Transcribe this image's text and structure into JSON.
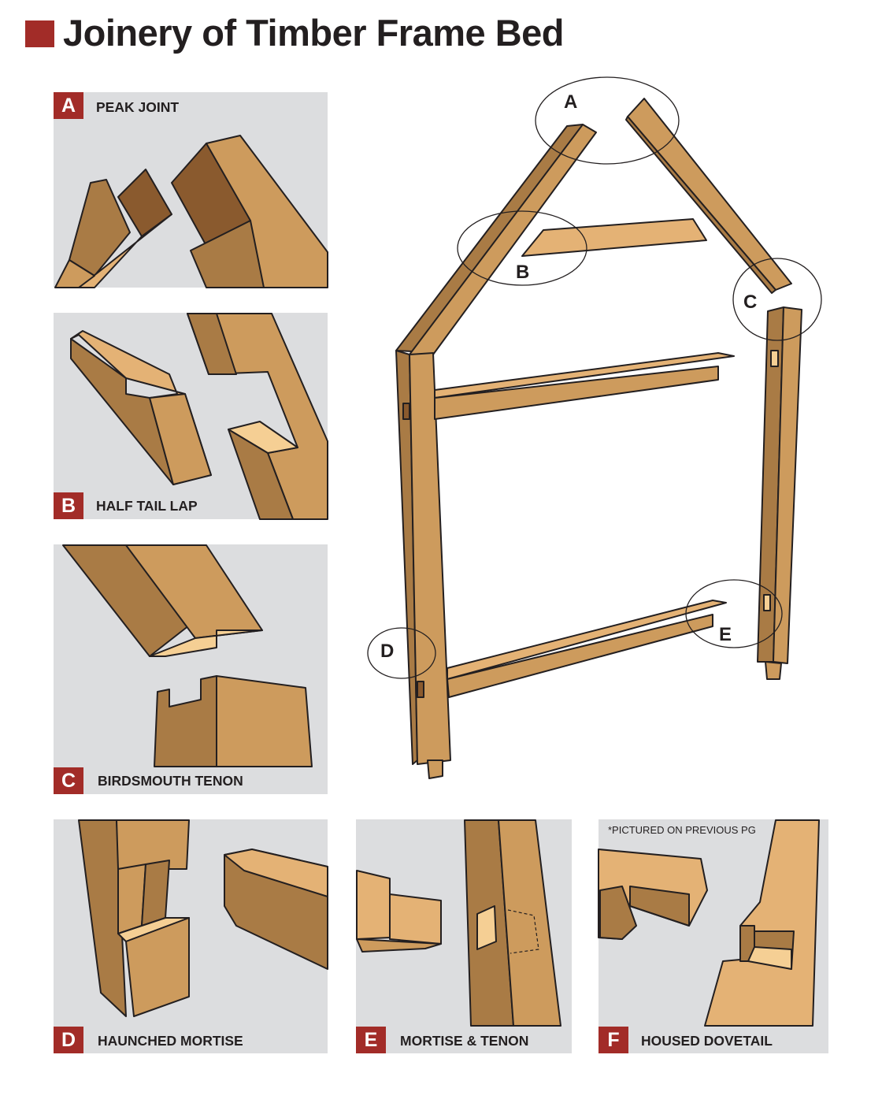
{
  "title": "Joinery of Timber Frame Bed",
  "colors": {
    "accent": "#a22c28",
    "panel": "#dcdddf",
    "wood_light": "#e4b275",
    "wood_mid": "#cd9b5d",
    "wood_dark": "#a97b45",
    "wood_darkest": "#8a5a2e"
  },
  "panels": [
    {
      "letter": "A",
      "label": "PEAK JOINT"
    },
    {
      "letter": "B",
      "label": "HALF TAIL LAP"
    },
    {
      "letter": "C",
      "label": "BIRDSMOUTH TENON"
    },
    {
      "letter": "D",
      "label": "HAUNCHED MORTISE"
    },
    {
      "letter": "E",
      "label": "MORTISE & TENON"
    },
    {
      "letter": "F",
      "label": "HOUSED DOVETAIL"
    }
  ],
  "note": "*PICTURED ON PREVIOUS PG",
  "callouts": [
    "A",
    "B",
    "C",
    "D",
    "E"
  ]
}
